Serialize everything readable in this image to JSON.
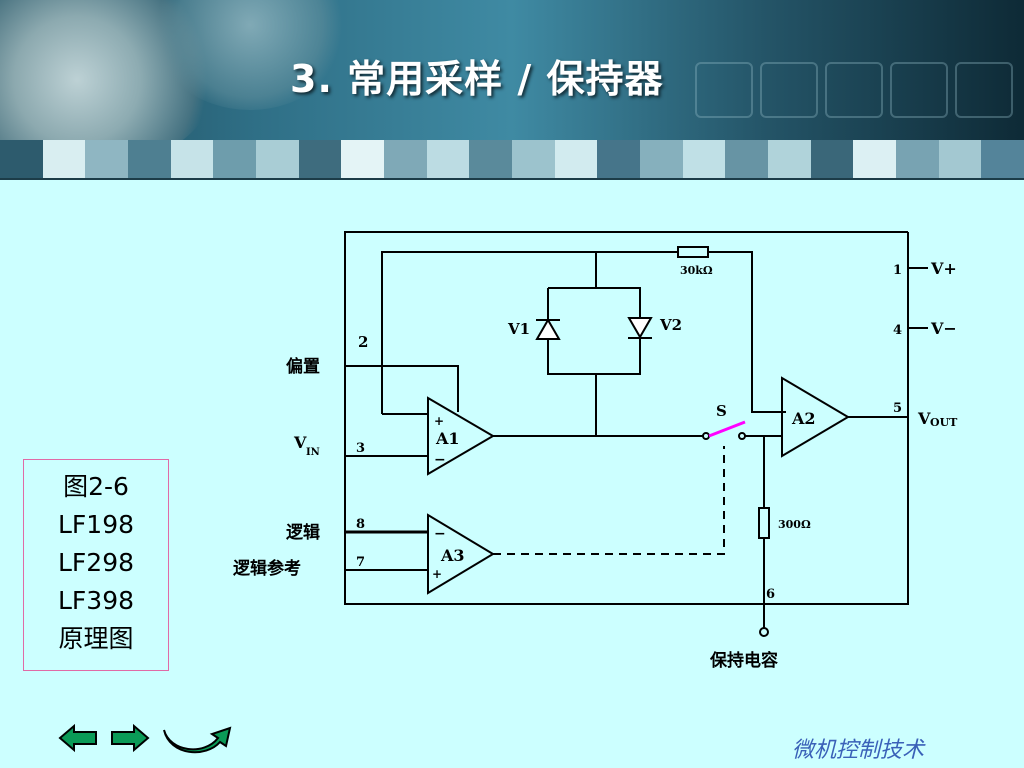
{
  "slide": {
    "title": "3.  常用采样 / 保持器",
    "footer": "微机控制技术"
  },
  "caption": {
    "lines": [
      "图2-6",
      "LF198",
      "LF298",
      "LF398",
      "原理图"
    ]
  },
  "circuit": {
    "amplifiers": [
      "A1",
      "A2",
      "A3"
    ],
    "diodes": [
      "V1",
      "V2"
    ],
    "switch_label": "S",
    "resistor_feedback": "30kΩ",
    "resistor_output": "300Ω",
    "pins": {
      "p1": "1",
      "p2": "2",
      "p3": "3",
      "p4": "4",
      "p5": "5",
      "p6": "6",
      "p7": "7",
      "p8": "8"
    },
    "pin_labels": {
      "vplus": "V+",
      "vminus": "V−",
      "vout_main": "V",
      "vout_sub": "OUT",
      "vin_main": "V",
      "vin_sub": "IN",
      "offset": "偏置",
      "logic": "逻辑",
      "logic_ref": "逻辑参考",
      "hold_cap": "保持电容"
    },
    "signs": {
      "plus": "+",
      "minus": "−"
    }
  },
  "colors": {
    "background": "#ccffff",
    "switch": "#ff00ff",
    "caption_border": "#e06aa6",
    "footer": "#3a61b8",
    "nav_arrow": "#0a9a57"
  },
  "nav": {
    "back_icon": "left-arrow-icon",
    "forward_icon": "right-arrow-icon",
    "return_icon": "return-arrow-icon"
  }
}
